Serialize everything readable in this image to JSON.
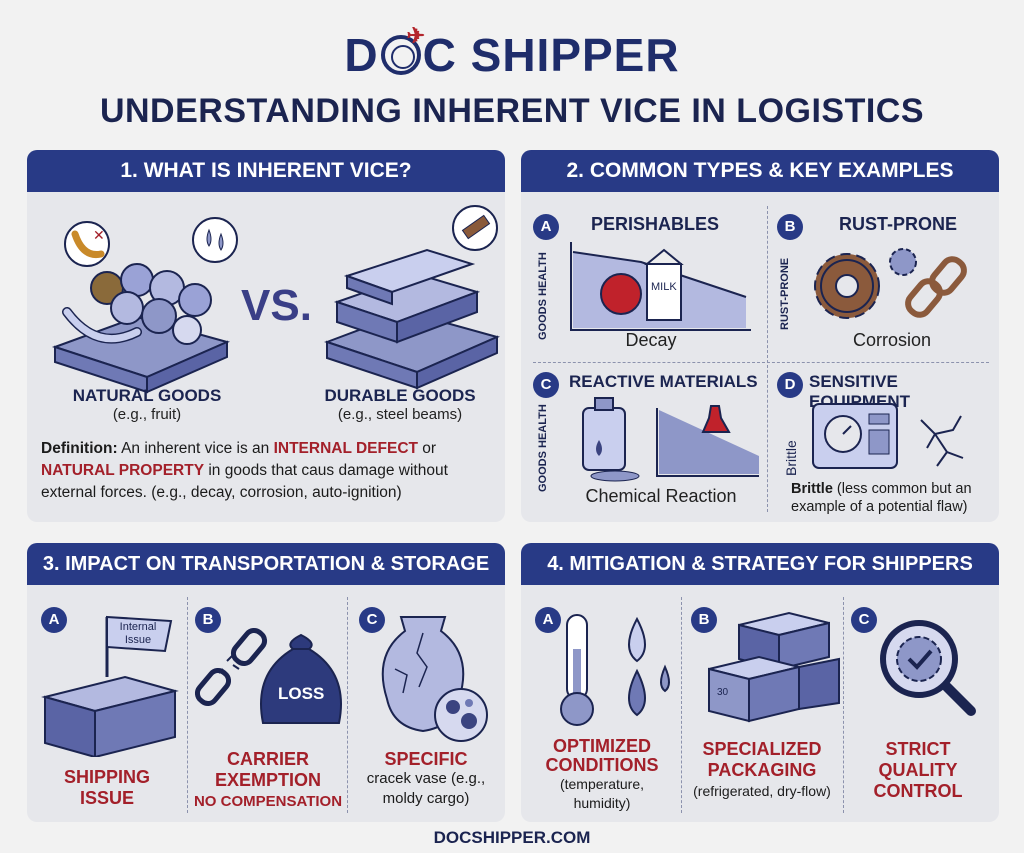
{
  "header": {
    "logo_left": "D",
    "logo_right": "C SHIPPER",
    "title": "UNDERSTANDING INHERENT VICE IN LOGISTICS"
  },
  "section1": {
    "heading": "1. WHAT IS INHERENT VICE?",
    "vs": "VS.",
    "natural_title": "NATURAL GOODS",
    "natural_example": "(e.g., fruit)",
    "durable_title": "DURABLE GOODS",
    "durable_example": "(e.g., steel beams)",
    "def_label": "Definition:",
    "def_1": " An inherent vice is an ",
    "def_hl1": "INTERNAL DEFECT",
    "def_2": " or ",
    "def_hl2": "NATURAL PROPERTY",
    "def_3": " in goods that caus damage without external forces. (e.g., decay, corrosion, auto-ignition)"
  },
  "section2": {
    "heading": "2. COMMON TYPES & KEY EXAMPLES",
    "a": {
      "badge": "A",
      "title": "PERISHABLES",
      "axis": "GOODS HEALTH",
      "caption": "Decay",
      "milk": "MILK"
    },
    "b": {
      "badge": "B",
      "title": "RUST-PRONE",
      "axis": "RUST-PRONE",
      "caption": "Corrosion"
    },
    "c": {
      "badge": "C",
      "title": "REACTIVE MATERIALS",
      "axis": "GOODS HEALTH",
      "caption": "Chemical Reaction"
    },
    "d": {
      "badge": "D",
      "title": "SENSITIVE EQUIPMENT",
      "axis": "Brittle",
      "cap_bold": "Brittle",
      "cap_rest": " (less common but an example of a potential flaw)"
    }
  },
  "section3": {
    "heading": "3. IMPACT ON TRANSPORTATION & STORAGE",
    "a": {
      "badge": "A",
      "flag": "Internal Issue",
      "l1": "SHIPPING",
      "l2": "ISSUE"
    },
    "b": {
      "badge": "B",
      "bag": "LOSS",
      "l1": "CARRIER",
      "l2": "EXEMPTION",
      "l3": "NO COMPENSATION"
    },
    "c": {
      "badge": "C",
      "l1": "SPECIFIC",
      "l2": "cracek vase (e.g.,",
      "l3": "moldy cargo)"
    }
  },
  "section4": {
    "heading": "4. MITIGATION & STRATEGY FOR SHIPPERS",
    "a": {
      "badge": "A",
      "l1": "OPTIMIZED",
      "l2": "CONDITIONS",
      "l3": "(temperature,",
      "l4": "humidity)"
    },
    "b": {
      "badge": "B",
      "box": "30",
      "l1": "SPECIALIZED",
      "l2": "PACKAGING",
      "l3": "(refrigerated, dry-flow)"
    },
    "c": {
      "badge": "C",
      "l1": "STRICT",
      "l2": "QUALITY",
      "l3": "CONTROL"
    }
  },
  "footer": "DOCSHIPPER.COM",
  "colors": {
    "navy": "#283a86",
    "red": "#a3202a",
    "panel": "#e6e7eb",
    "illus": "#8e97c8"
  }
}
